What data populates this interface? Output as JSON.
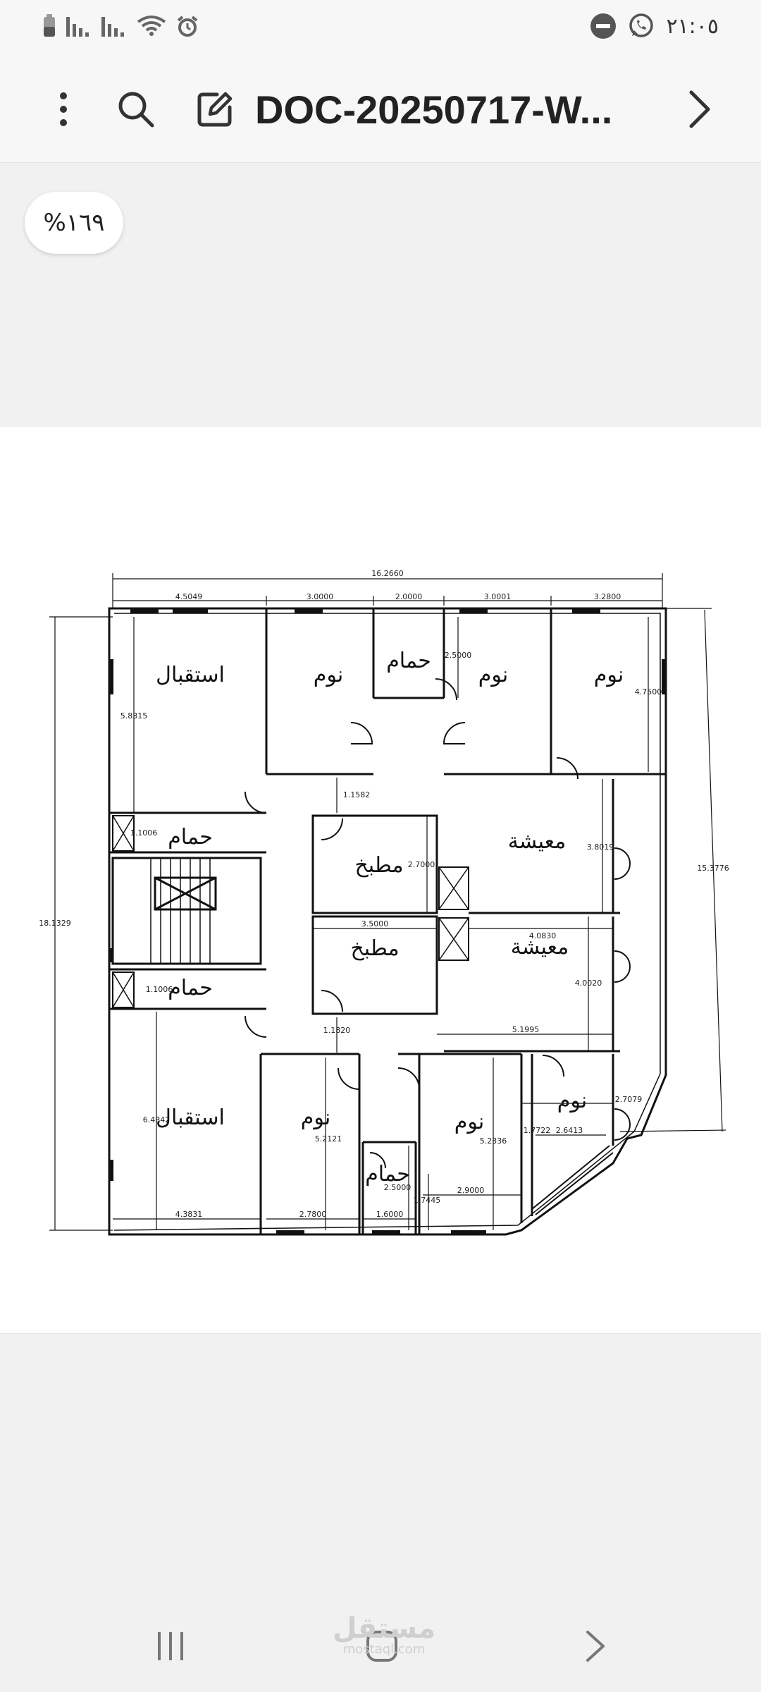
{
  "status_bar": {
    "time": "٢١:٠٥"
  },
  "toolbar": {
    "title": "DOC-20250717-W..."
  },
  "zoom": {
    "label": "%١٦٩"
  },
  "plan": {
    "rooms": {
      "reception_top": "استقبال",
      "bedroom_1": "نوم",
      "bath_top": "حمام",
      "bedroom_2": "نوم",
      "bedroom_3": "نوم",
      "bath_left_1": "حمام",
      "kitchen_1": "مطبخ",
      "living_1": "معيشة",
      "kitchen_2": "مطبخ",
      "living_2": "معيشة",
      "bath_left_2": "حمام",
      "reception_bottom": "استقبال",
      "bedroom_4": "نوم",
      "bath_bottom": "حمام",
      "bedroom_5": "نوم",
      "bedroom_6": "نوم"
    },
    "dims": {
      "total_width": "16.2660",
      "w1": "4.5049",
      "w2": "3.0000",
      "w3": "2.0000",
      "w4": "3.0001",
      "w5": "3.2800",
      "total_height_left": "18.1329",
      "total_height_right": "15.3776",
      "h_reception_top": "5.8315",
      "h_bath_top": "2.5000",
      "h_bedroom_right": "4.7500",
      "h_corridor_top": "1.1582",
      "h_bath_left_1": "1.1006",
      "h_kitchen": "2.7000",
      "h_living_1": "3.8019",
      "w_kitchen_2": "3.5000",
      "w_living_2": "4.0830",
      "h_living_2": "4.0020",
      "h_bath_left_2": "1.1006",
      "h_corridor_bottom": "1.1820",
      "w_corridor_bottom": "5.1995",
      "h_reception_bottom": "6.4842",
      "h_bedroom_4": "5.2121",
      "h_bedroom_5": "5.2336",
      "w_bedroom_6a": "1.7722",
      "w_bedroom_6b": "2.6413",
      "h_corner": "2.7079",
      "h_bath_bottom": "2.5000",
      "h_small": "1.7445",
      "w_bottom_1": "4.3831",
      "w_bottom_2": "2.7800",
      "w_bottom_3": "1.6000",
      "w_bottom_4": "2.9000"
    }
  },
  "watermark": {
    "brand": "مستقل",
    "domain": "mostaql.com"
  },
  "icons": {
    "status_left": [
      "battery-icon",
      "signal-icon",
      "signal-icon",
      "wifi-icon",
      "alarm-icon"
    ],
    "status_right": [
      "dnd-icon",
      "whatsapp-icon"
    ],
    "toolbar": [
      "more-vertical-icon",
      "search-icon",
      "edit-icon",
      "chevron-right-icon"
    ],
    "nav": [
      "recents-icon",
      "home-icon",
      "back-icon"
    ]
  }
}
